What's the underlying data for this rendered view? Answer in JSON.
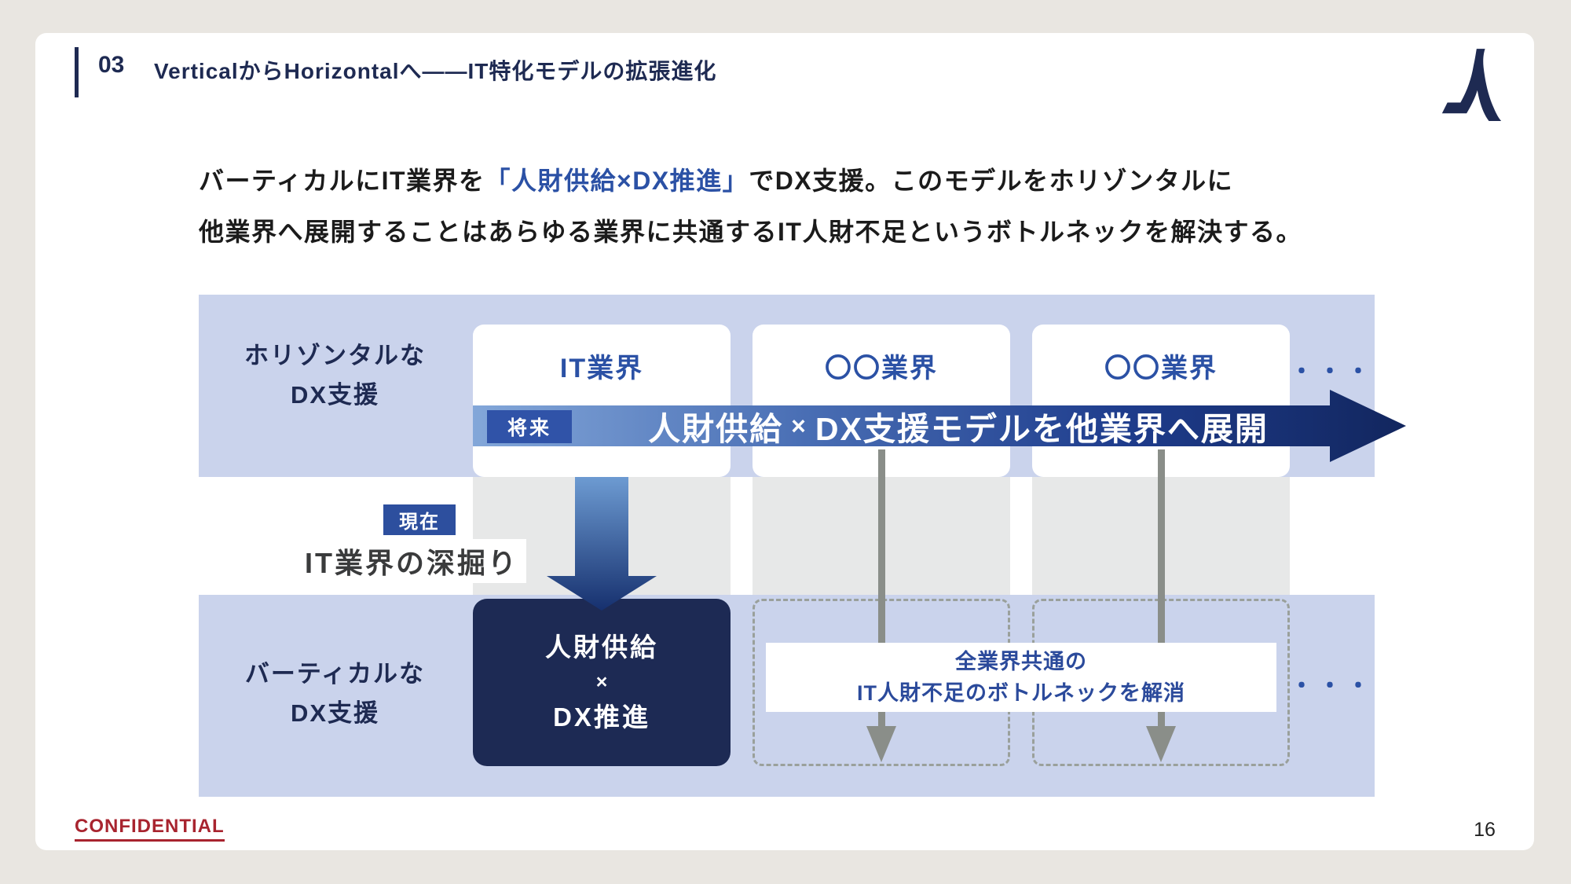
{
  "header": {
    "section_number": "03",
    "title": "VerticalからHorizontalへ——IT特化モデルの拡張進化"
  },
  "lead": {
    "line1_pre": "バーティカルにIT業界を",
    "line1_highlight": "「人財供給×DX推進」",
    "line1_post": "でDX支援。このモデルをホリゾンタルに",
    "line2": "他業界へ展開することはあらゆる業界に共通するIT人財不足というボトルネックを解決する。"
  },
  "diagram": {
    "row_top_label_line1": "ホリゾンタルな",
    "row_top_label_line2": "DX支援",
    "row_bottom_label_line1": "バーティカルな",
    "row_bottom_label_line2": "DX支援",
    "industries": [
      "IT業界",
      "〇〇業界",
      "〇〇業界"
    ],
    "ellipsis": "・・・",
    "future_badge": "将来",
    "future_arrow_text_1": "人財供給",
    "future_arrow_x": "×",
    "future_arrow_text_2": "DX支援モデルを他業界へ展開",
    "current_badge": "現在",
    "current_text": "IT業界の深掘り",
    "vertical_box": {
      "line1": "人財供給",
      "times": "×",
      "line2": "DX推進"
    },
    "bottleneck_line1": "全業界共通の",
    "bottleneck_line2": "IT人財不足のボトルネックを解消"
  },
  "footer": {
    "confidential": "CONFIDENTIAL",
    "page_number": "16"
  },
  "colors": {
    "page_background": "#e9e6e1",
    "navy_text": "#1e2a52",
    "royal_blue_text": "#2b51a5",
    "band_blue": "#cad3ec",
    "gray_block": "#e7e8e8",
    "badge_blue": "#2d4f9e",
    "future_badge_blue": "#3053a8",
    "arrow_gradient_start": "#83a7d9",
    "arrow_gradient_end": "#12265e",
    "box_navy": "#1d2a54",
    "gray_arrow": "#8a8e89",
    "dashed_border": "#9aa09b",
    "confidential_red": "#a8242f"
  }
}
